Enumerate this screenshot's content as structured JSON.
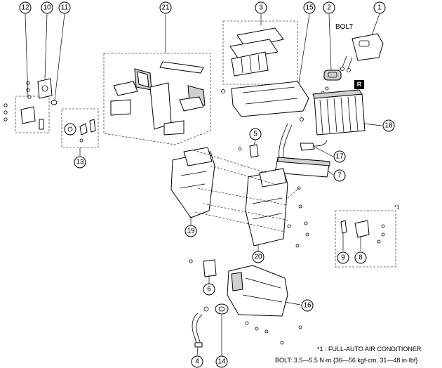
{
  "callouts": [
    {
      "id": "callout-1",
      "label": "1"
    },
    {
      "id": "callout-2",
      "label": "2"
    },
    {
      "id": "callout-3",
      "label": "3"
    },
    {
      "id": "callout-4",
      "label": "4"
    },
    {
      "id": "callout-5",
      "label": "5"
    },
    {
      "id": "callout-6",
      "label": "6"
    },
    {
      "id": "callout-7",
      "label": "7"
    },
    {
      "id": "callout-8",
      "label": "8"
    },
    {
      "id": "callout-9",
      "label": "9"
    },
    {
      "id": "callout-10",
      "label": "10"
    },
    {
      "id": "callout-11",
      "label": "11"
    },
    {
      "id": "callout-12",
      "label": "12"
    },
    {
      "id": "callout-13",
      "label": "13"
    },
    {
      "id": "callout-14",
      "label": "14"
    },
    {
      "id": "callout-15",
      "label": "15"
    },
    {
      "id": "callout-16",
      "label": "16"
    },
    {
      "id": "callout-17",
      "label": "17"
    },
    {
      "id": "callout-18",
      "label": "18"
    },
    {
      "id": "callout-19",
      "label": "19"
    },
    {
      "id": "callout-20",
      "label": "20"
    },
    {
      "id": "callout-21",
      "label": "21"
    }
  ],
  "bolt_label": "BOLT",
  "r_badge": "R",
  "star_label": "*1",
  "notes": {
    "full_auto": "*1 : FULL-AUTO AIR CONDITIONER",
    "bolt_torque": "BOLT: 3.5—5.5 N·m {36—56 kgf·cm, 31—48 in·lbf}"
  }
}
